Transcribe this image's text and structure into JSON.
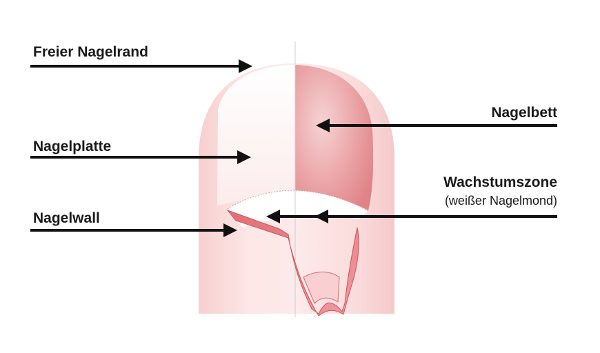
{
  "labels": {
    "free_edge": "Freier Nagelrand",
    "nail_plate": "Nagelplatte",
    "nail_wall": "Nagelwall",
    "nail_bed": "Nagelbett",
    "growth_zone": "Wachstumszone",
    "growth_zone_sub": "(weißer Nagelmond)"
  },
  "colors": {
    "finger_skin": "#fbdede",
    "nail_plate": "#fdf3f3",
    "nail_bed": "#e89ea0",
    "nail_wall": "#e57b81",
    "arrow": "#111111"
  }
}
